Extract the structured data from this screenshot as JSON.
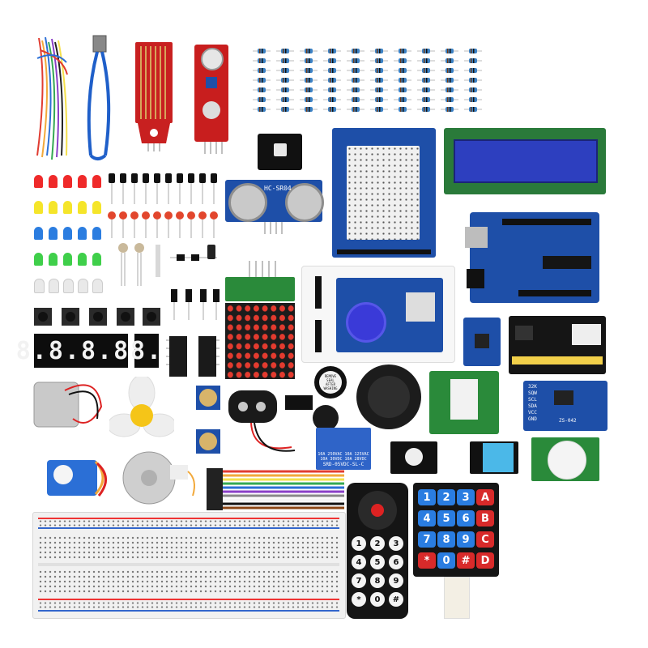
{
  "components": {
    "ultrasonic": {
      "label": "HC-SR04"
    },
    "relay": {
      "spec1": "10A 250VAC 10A 125VAC",
      "spec2": "10A 30VDC 10A 28VDC",
      "model": "SRD-05VDC-SL-C"
    },
    "buzzer": {
      "label1": "REMOVE",
      "label2": "SEAL",
      "label3": "AFTER",
      "label4": "WASHING"
    },
    "rtc": {
      "pins": [
        "32K",
        "SQW",
        "SCL",
        "SDA",
        "VCC",
        "GND"
      ],
      "model": "ZS-042"
    },
    "seven_segment": {
      "four_digit": "8.8.8.8.",
      "single_digit": "8."
    },
    "ir_remote": {
      "buttons": [
        "1",
        "2",
        "3",
        "4",
        "5",
        "6",
        "7",
        "8",
        "9",
        "*",
        "0",
        "#"
      ]
    },
    "keypad": {
      "keys": [
        "1",
        "2",
        "3",
        "A",
        "4",
        "5",
        "6",
        "B",
        "7",
        "8",
        "9",
        "C",
        "*",
        "0",
        "#",
        "D"
      ]
    }
  },
  "colors": {
    "pcb_blue": "#1e4fa8",
    "pcb_red": "#c81e1e",
    "lcd_blue": "#2d3fbf",
    "key_blue": "#2a7de1",
    "key_red": "#d82a2a"
  }
}
